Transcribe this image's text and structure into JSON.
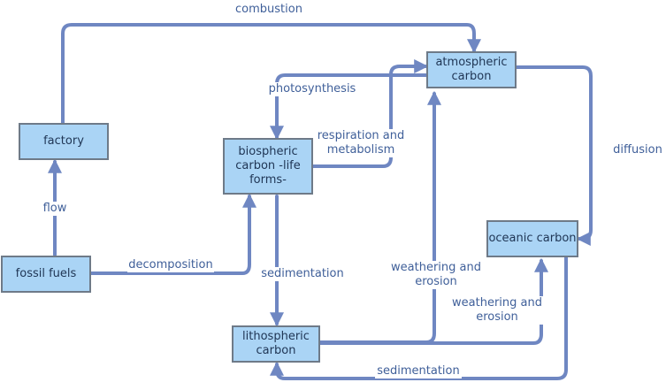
{
  "colors": {
    "arrow": "#6f87c2",
    "node_fill": "#aad4f5",
    "node_border": "#6e7a88",
    "label_text": "#3f5f99"
  },
  "nodes": {
    "factory": "factory",
    "fossil_fuels": "fossil fuels",
    "biospheric": "biospheric\ncarbon -life\nforms-",
    "atmospheric": "atmospheric\ncarbon",
    "oceanic": "oceanic carbon",
    "lithospheric": "lithospheric\ncarbon"
  },
  "edges": {
    "combustion": "combustion",
    "photosynthesis": "photosynthesis",
    "respiration": "respiration and\nmetabolism",
    "diffusion": "diffusion",
    "flow": "flow",
    "decomposition": "decomposition",
    "sedimentation_bio": "sedimentation",
    "weathering_atm": "weathering and\nerosion",
    "weathering_ocean": "weathering and\nerosion",
    "sedimentation_ocean": "sedimentation"
  }
}
